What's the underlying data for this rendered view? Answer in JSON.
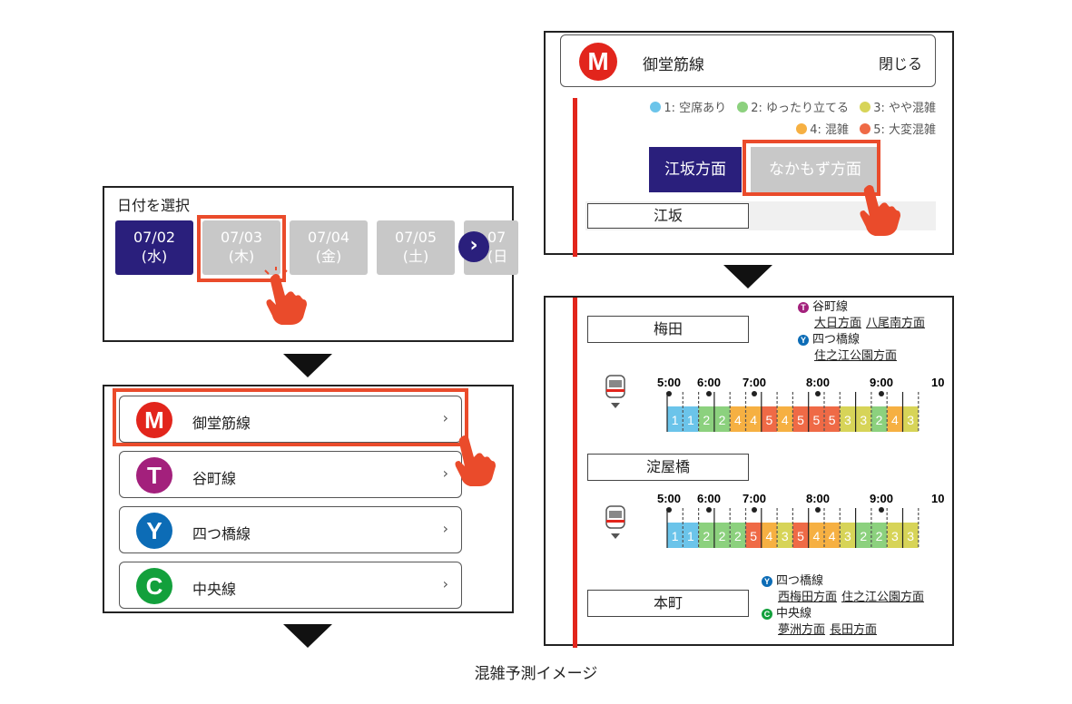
{
  "date_panel": {
    "title": "日付を選択",
    "dates": [
      {
        "date": "07/02",
        "day": "(水)",
        "selected": true
      },
      {
        "date": "07/03",
        "day": "(木)",
        "selected": false
      },
      {
        "date": "07/04",
        "day": "(金)",
        "selected": false
      },
      {
        "date": "07/05",
        "day": "(土)",
        "selected": false
      },
      {
        "date": "07",
        "day": "(日",
        "selected": false
      }
    ],
    "next_label": "›"
  },
  "line_list": {
    "items": [
      {
        "badge": "M",
        "name": "御堂筋線",
        "color": "#e2251c"
      },
      {
        "badge": "T",
        "name": "谷町線",
        "color": "#a3207c"
      },
      {
        "badge": "Y",
        "name": "四つ橋線",
        "color": "#0c6cb6"
      },
      {
        "badge": "C",
        "name": "中央線",
        "color": "#13a03c"
      }
    ],
    "chevron": "›"
  },
  "line_detail": {
    "badge": "M",
    "title": "御堂筋線",
    "close_label": "閉じる",
    "legend": [
      {
        "label": "1: 空席あり",
        "color": "#6bc4ea"
      },
      {
        "label": "2: ゆったり立てる",
        "color": "#8cd17e"
      },
      {
        "label": "3: やや混雑",
        "color": "#d7d458"
      },
      {
        "label": "4: 混雑",
        "color": "#f6b042"
      },
      {
        "label": "5: 大変混雑",
        "color": "#ef6a46"
      }
    ],
    "directions": [
      "江坂方面",
      "なかもず方面"
    ],
    "first_station": "江坂"
  },
  "timetable": {
    "times": [
      "5:00",
      "6:00",
      "7:00",
      "8:00",
      "9:00",
      "10"
    ],
    "stations": [
      {
        "name": "梅田",
        "transfers": [
          {
            "badge": "T",
            "color": "#a3207c",
            "line": "谷町線",
            "dirs": [
              "大日方面",
              "八尾南方面"
            ]
          },
          {
            "badge": "Y",
            "color": "#0c6cb6",
            "line": "四つ橋線",
            "dirs": [
              "住之江公園方面"
            ]
          }
        ],
        "levels": [
          "1",
          "1",
          "2",
          "2",
          "4",
          "4",
          "5",
          "4",
          "5",
          "5",
          "5",
          "3",
          "3",
          "2",
          "4",
          "3"
        ]
      },
      {
        "name": "淀屋橋",
        "transfers": [],
        "levels": [
          "1",
          "1",
          "2",
          "2",
          "2",
          "5",
          "4",
          "3",
          "5",
          "4",
          "4",
          "3",
          "2",
          "2",
          "3",
          "3"
        ]
      },
      {
        "name": "本町",
        "transfers": [
          {
            "badge": "Y",
            "color": "#0c6cb6",
            "line": "四つ橋線",
            "dirs": [
              "西梅田方面",
              "住之江公園方面"
            ]
          },
          {
            "badge": "C",
            "color": "#13a03c",
            "line": "中央線",
            "dirs": [
              "夢洲方面",
              "長田方面"
            ]
          }
        ],
        "levels": []
      }
    ]
  },
  "caption": "混雑予測イメージ",
  "colors": {
    "navy": "#2a1f7c",
    "inactive": "#c8c8c8",
    "highlight": "#ea4b2b",
    "midosuji_red": "#e2251c"
  }
}
